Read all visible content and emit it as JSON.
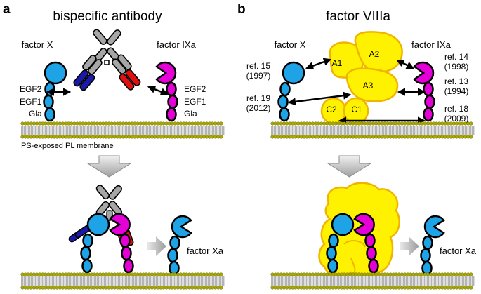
{
  "panel_a": {
    "letter": "a",
    "title": "bispecific antibody",
    "factor_x_label": "factor X",
    "factor_ixa_label": "factor IXa",
    "domain_labels": [
      "EGF2",
      "EGF1",
      "Gla"
    ],
    "membrane_label": "PS-exposed PL membrane",
    "product_label": "factor Xa"
  },
  "panel_b": {
    "letter": "b",
    "title": "factor VIIIa",
    "factor_x_label": "factor X",
    "factor_ixa_label": "factor IXa",
    "domains": [
      "A1",
      "A2",
      "A3",
      "C1",
      "C2"
    ],
    "refs_left": [
      {
        "ref": "ref. 15",
        "year": "(1997)"
      },
      {
        "ref": "ref. 19",
        "year": "(2012)"
      }
    ],
    "refs_right": [
      {
        "ref": "ref. 14",
        "year": "(1998)"
      },
      {
        "ref": "ref. 13",
        "year": "(1994)"
      },
      {
        "ref": "ref. 18",
        "year": "(2009)"
      }
    ],
    "product_label": "factor Xa"
  },
  "colors": {
    "factor_x": "#1ea4e6",
    "factor_ixa": "#e600d8",
    "fviiia": "#fff200",
    "fviiia_outline": "#f0b400",
    "antibody_gray": "#a6a6a6",
    "antibody_blue": "#1a1aa8",
    "antibody_red": "#e01010",
    "membrane_head": "#a8a800",
    "membrane_body": "#d8d8d8"
  }
}
